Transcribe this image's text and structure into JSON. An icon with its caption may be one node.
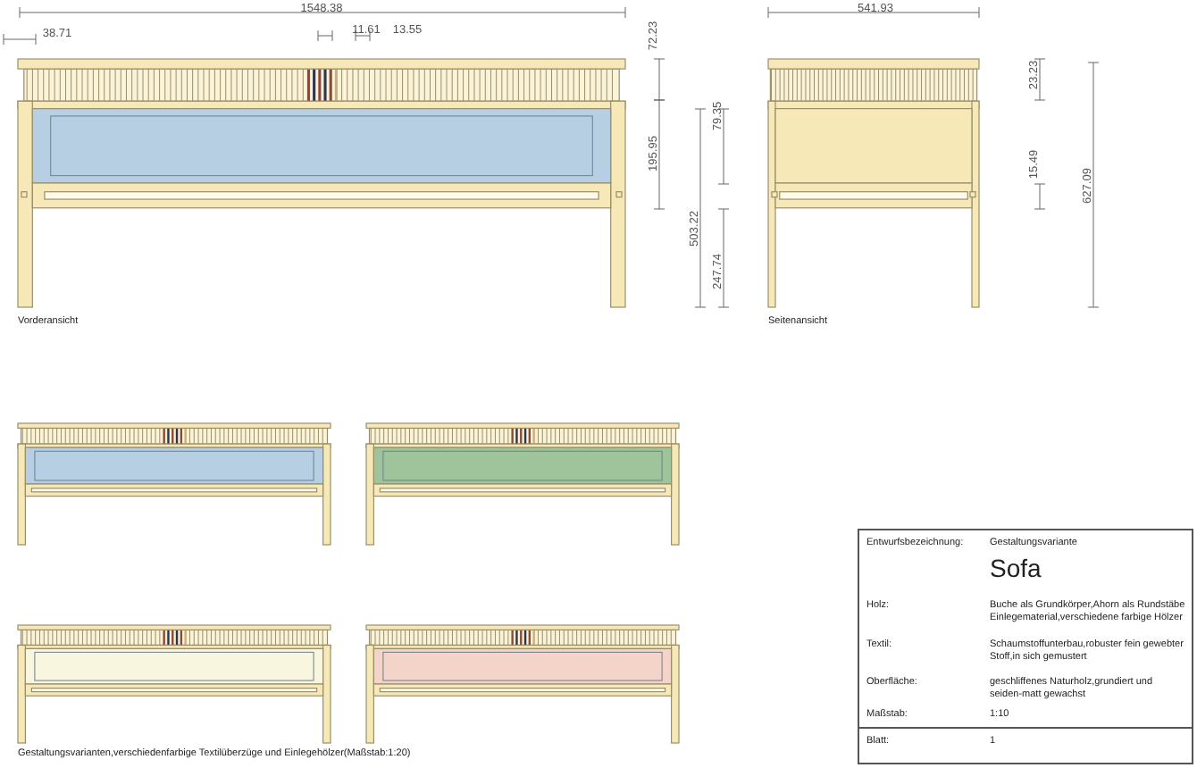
{
  "diagram": {
    "caption": "Gestaltungsvarianten,verschiedenfarbige Textilüberzüge und Einlegehölzer(Maßstab:1:20)",
    "labels": [
      "1548.38",
      "541.93",
      "38.71",
      "11.61",
      "13.55",
      "72.23",
      "23.23",
      "79.35",
      "195.95",
      "15.49",
      "503.22",
      "627.09",
      "247.74",
      "Vorderansicht",
      "Seitenansicht",
      "Entwurfsbezeichnung:",
      "Gestaltungsvariante",
      "Sofa",
      "Holz:",
      "Buche als Grundkörper,Ahorn als Rundstäbe Einlegematerial,verschiedene farbige Hölzer",
      "Textil:",
      "Schaumstoffunterbau,robuster fein gewebter Stoff,in sich gemustert",
      "Oberfläche:",
      "geschliffenes Naturholz,grundiert und seiden-matt gewachst",
      "Maßstab:",
      "1:10",
      "Blatt:",
      "1"
    ]
  }
}
